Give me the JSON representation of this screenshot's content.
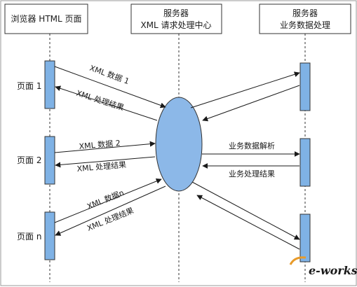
{
  "headers": {
    "browser": "浏览器 HTML 页面",
    "server_xml_line1": "服务器",
    "server_xml_line2": "XML 请求处理中心",
    "server_biz_line1": "服务器",
    "server_biz_line2": "业务数据处理"
  },
  "pages": [
    "页面 1",
    "页面 2",
    "页面 n"
  ],
  "messages": {
    "xml_data_1": "XML 数据 1",
    "xml_result_1": "XML 处理结果",
    "xml_data_2": "XML 数据 2",
    "xml_result_2": "XML 处理结果",
    "xml_data_n": "XML 数据n",
    "xml_result_n": "XML 处理结果",
    "biz_parse": "业务数据解析",
    "biz_result": "业务处理结果"
  },
  "watermark": "e-works",
  "colors": {
    "activation_fill": "#7fb2e5",
    "ellipse_fill": "#8cb8e8",
    "header_fill": "#ffffff",
    "border": "#333333",
    "watermark": "#e89b2a"
  }
}
